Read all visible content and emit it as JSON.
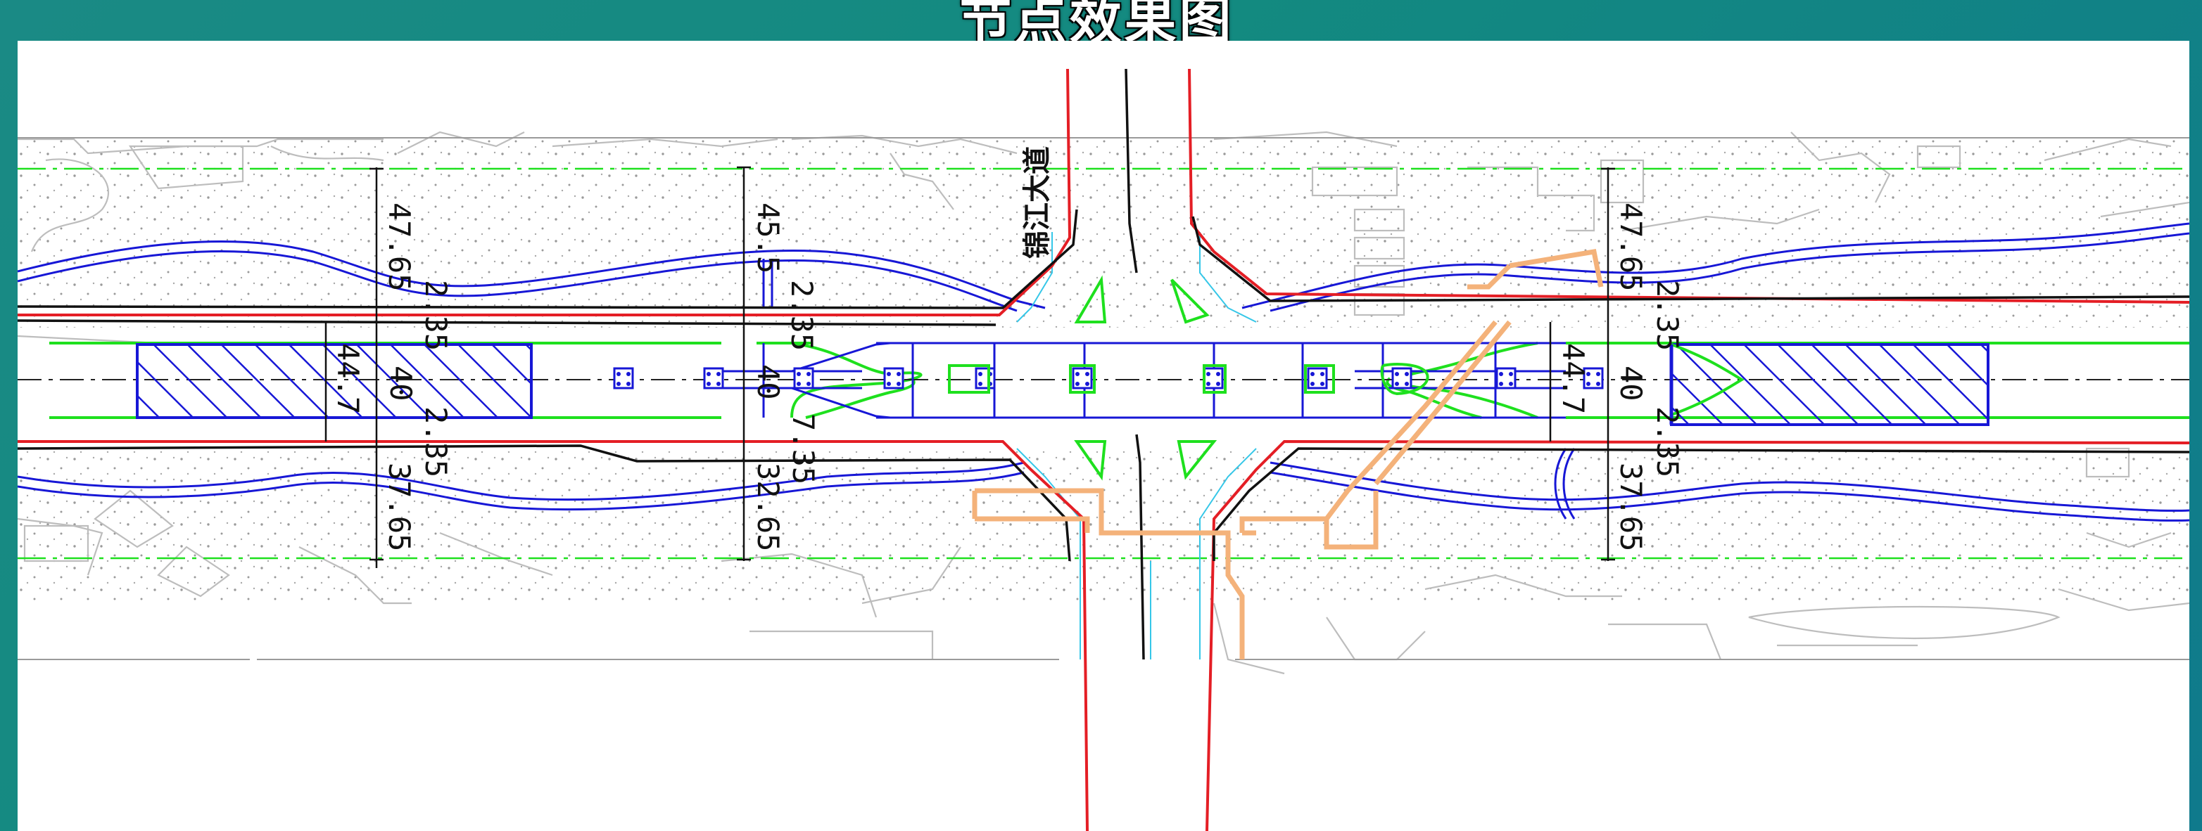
{
  "header": {
    "title": "节点效果图"
  },
  "drawing": {
    "road_name": "锦江大道",
    "dims": {
      "d_47_65_left": "47.65",
      "d_2_35_left_top": "2.35",
      "d_40_left": "40",
      "d_44_7_left": "44.7",
      "d_2_35_left_bot": "2.35",
      "d_37_65_left": "37.65",
      "d_45_5": "45.5",
      "d_2_35_mid": "2.35",
      "d_40_mid": "40",
      "d_7_35_mid": "7.35",
      "d_32_65_mid": "32.65",
      "d_47_65_right": "47.65",
      "d_2_35_right_top": "2.35",
      "d_44_7_right": "44.7",
      "d_40_right": "40",
      "d_2_35_right_bot": "2.35",
      "d_37_65_right": "37.65"
    },
    "colors": {
      "road_edge": "#e41e25",
      "curb": "#111111",
      "greenline": "#1ee01e",
      "tunnel": "#1717d6",
      "ramp": "#f4b27a",
      "terrain": "#b8b8b8",
      "cyan": "#35c7e8"
    }
  }
}
